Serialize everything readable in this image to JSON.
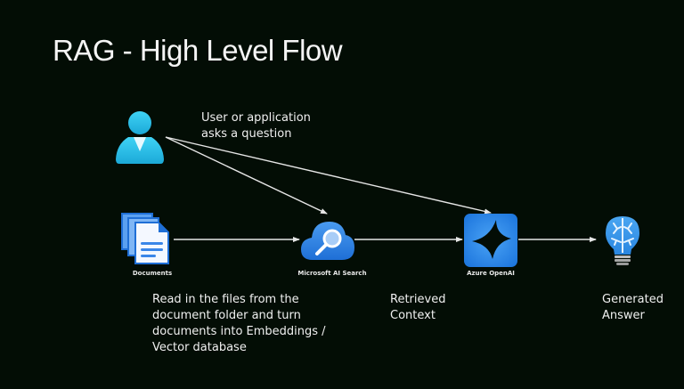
{
  "slide": {
    "title": "RAG - High Level Flow"
  },
  "nodes": {
    "user": {
      "icon": "user-icon",
      "caption": "User or application\nasks a question"
    },
    "documents": {
      "icon": "documents-icon",
      "label": "Documents",
      "caption": "Read in the files from the\ndocument folder and turn\ndocuments into  Embeddings /\nVector database"
    },
    "search": {
      "icon": "search-cloud-icon",
      "label": "Microsoft AI Search",
      "caption": "Retrieved\nContext"
    },
    "openai": {
      "icon": "azure-openai-icon",
      "label": "Azure OpenAI"
    },
    "answer": {
      "icon": "lightbulb-brain-icon",
      "caption": "Generated\nAnswer"
    }
  },
  "colors": {
    "background": "#030d05",
    "connector": "#e6e6e6",
    "azure_blue": "#2f8ae6",
    "user_cyan": "#33c3ec"
  }
}
